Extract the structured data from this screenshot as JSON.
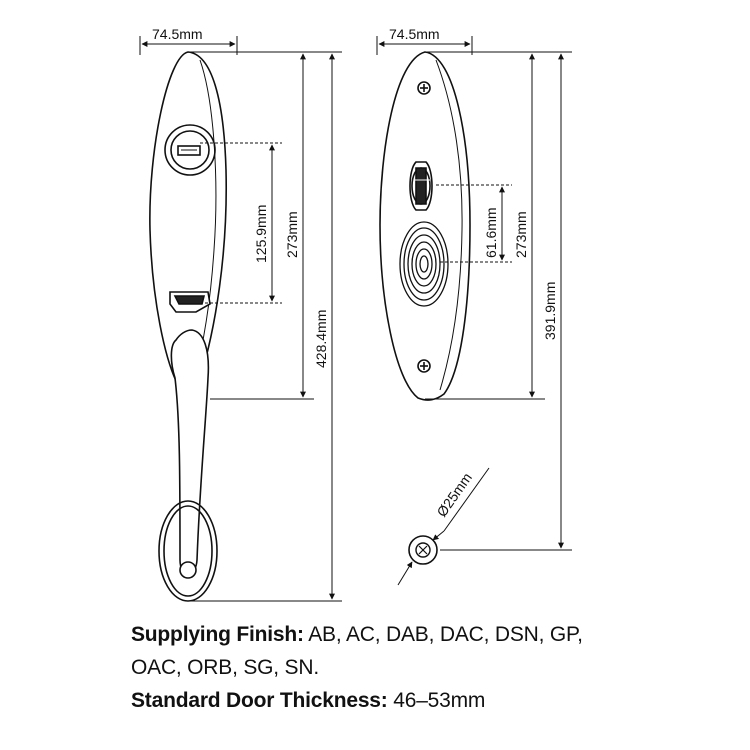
{
  "dimensions": {
    "front_width": "74.5mm",
    "back_width": "74.5mm",
    "front_cyl_to_thumb": "125.9mm",
    "front_top_to_grip": "273mm",
    "front_overall": "428.4mm",
    "back_thumbturn_to_knob": "61.6mm",
    "back_plate_height": "273mm",
    "back_overall": "391.9mm",
    "rosette_diameter": "Ø25mm"
  },
  "specs": {
    "finish_label": "Supplying Finish:",
    "finish_value_line1": "AB, AC, DAB, DAC, DSN, GP,",
    "finish_value_line2": "OAC, ORB, SG, SN.",
    "thickness_label": "Standard Door Thickness:",
    "thickness_value": "46–53mm"
  }
}
